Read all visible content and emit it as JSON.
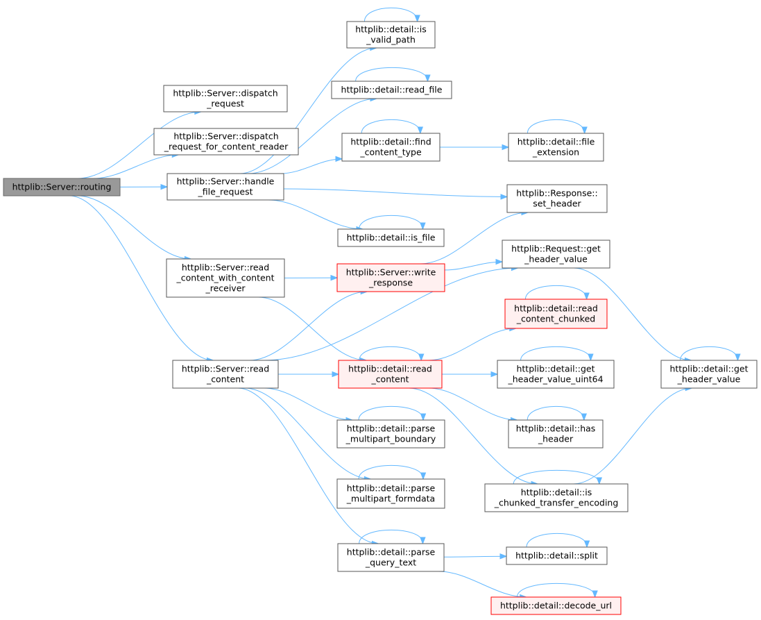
{
  "diagram": {
    "nodes": [
      {
        "id": "routing",
        "lines": [
          "httplib::Server::routing"
        ],
        "style": "root"
      },
      {
        "id": "dispatch_request",
        "lines": [
          "httplib::Server::dispatch",
          "_request"
        ],
        "style": "normal"
      },
      {
        "id": "dispatch_request_cr",
        "lines": [
          "httplib::Server::dispatch",
          "_request_for_content_reader"
        ],
        "style": "normal"
      },
      {
        "id": "handle_file_request",
        "lines": [
          "httplib::Server::handle",
          "_file_request"
        ],
        "style": "normal"
      },
      {
        "id": "read_content_with_receiver",
        "lines": [
          "httplib::Server::read",
          "_content_with_content",
          "_receiver"
        ],
        "style": "normal"
      },
      {
        "id": "server_read_content",
        "lines": [
          "httplib::Server::read",
          "_content"
        ],
        "style": "normal"
      },
      {
        "id": "is_valid_path",
        "lines": [
          "httplib::detail::is",
          "_valid_path"
        ],
        "style": "normal"
      },
      {
        "id": "read_file",
        "lines": [
          "httplib::detail::read_file"
        ],
        "style": "normal"
      },
      {
        "id": "find_content_type",
        "lines": [
          "httplib::detail::find",
          "_content_type"
        ],
        "style": "normal"
      },
      {
        "id": "file_extension",
        "lines": [
          "httplib::detail::file",
          "_extension"
        ],
        "style": "normal"
      },
      {
        "id": "set_header",
        "lines": [
          "httplib::Response::",
          "set_header"
        ],
        "style": "normal"
      },
      {
        "id": "is_file",
        "lines": [
          "httplib::detail::is_file"
        ],
        "style": "normal"
      },
      {
        "id": "request_get_header_value",
        "lines": [
          "httplib::Request::get",
          "_header_value"
        ],
        "style": "normal"
      },
      {
        "id": "write_response",
        "lines": [
          "httplib::Server::write",
          "_response"
        ],
        "style": "red"
      },
      {
        "id": "read_content_chunked",
        "lines": [
          "httplib::detail::read",
          "_content_chunked"
        ],
        "style": "red"
      },
      {
        "id": "detail_read_content",
        "lines": [
          "httplib::detail::read",
          "_content"
        ],
        "style": "red"
      },
      {
        "id": "get_header_value_uint64",
        "lines": [
          "httplib::detail::get",
          "_header_value_uint64"
        ],
        "style": "normal"
      },
      {
        "id": "detail_get_header_value",
        "lines": [
          "httplib::detail::get",
          "_header_value"
        ],
        "style": "normal"
      },
      {
        "id": "has_header",
        "lines": [
          "httplib::detail::has",
          "_header"
        ],
        "style": "normal"
      },
      {
        "id": "parse_multipart_boundary",
        "lines": [
          "httplib::detail::parse",
          "_multipart_boundary"
        ],
        "style": "normal"
      },
      {
        "id": "parse_multipart_formdata",
        "lines": [
          "httplib::detail::parse",
          "_multipart_formdata"
        ],
        "style": "normal"
      },
      {
        "id": "is_chunked_transfer_encoding",
        "lines": [
          "httplib::detail::is",
          "_chunked_transfer_encoding"
        ],
        "style": "normal"
      },
      {
        "id": "parse_query_text",
        "lines": [
          "httplib::detail::parse",
          "_query_text"
        ],
        "style": "normal"
      },
      {
        "id": "split",
        "lines": [
          "httplib::detail::split"
        ],
        "style": "normal"
      },
      {
        "id": "decode_url",
        "lines": [
          "httplib::detail::decode_url"
        ],
        "style": "red"
      }
    ],
    "edges": [
      [
        "routing",
        "dispatch_request"
      ],
      [
        "routing",
        "dispatch_request_cr"
      ],
      [
        "routing",
        "handle_file_request"
      ],
      [
        "routing",
        "read_content_with_receiver"
      ],
      [
        "routing",
        "server_read_content"
      ],
      [
        "handle_file_request",
        "is_valid_path"
      ],
      [
        "handle_file_request",
        "read_file"
      ],
      [
        "handle_file_request",
        "find_content_type"
      ],
      [
        "handle_file_request",
        "set_header"
      ],
      [
        "handle_file_request",
        "is_file"
      ],
      [
        "find_content_type",
        "file_extension"
      ],
      [
        "read_content_with_receiver",
        "write_response"
      ],
      [
        "read_content_with_receiver",
        "detail_read_content"
      ],
      [
        "server_read_content",
        "write_response"
      ],
      [
        "server_read_content",
        "request_get_header_value"
      ],
      [
        "server_read_content",
        "detail_read_content"
      ],
      [
        "server_read_content",
        "parse_multipart_boundary"
      ],
      [
        "server_read_content",
        "parse_multipart_formdata"
      ],
      [
        "server_read_content",
        "parse_query_text"
      ],
      [
        "write_response",
        "set_header"
      ],
      [
        "write_response",
        "request_get_header_value"
      ],
      [
        "request_get_header_value",
        "detail_get_header_value"
      ],
      [
        "detail_read_content",
        "read_content_chunked"
      ],
      [
        "detail_read_content",
        "get_header_value_uint64"
      ],
      [
        "detail_read_content",
        "has_header"
      ],
      [
        "detail_read_content",
        "is_chunked_transfer_encoding"
      ],
      [
        "is_chunked_transfer_encoding",
        "detail_get_header_value"
      ],
      [
        "parse_query_text",
        "split"
      ],
      [
        "parse_query_text",
        "decode_url"
      ]
    ],
    "self_loops": [
      "is_valid_path",
      "read_file",
      "find_content_type",
      "file_extension",
      "is_file",
      "read_content_chunked",
      "detail_read_content",
      "get_header_value_uint64",
      "detail_get_header_value",
      "has_header",
      "parse_multipart_boundary",
      "parse_multipart_formdata",
      "is_chunked_transfer_encoding",
      "parse_query_text",
      "split",
      "decode_url"
    ]
  }
}
